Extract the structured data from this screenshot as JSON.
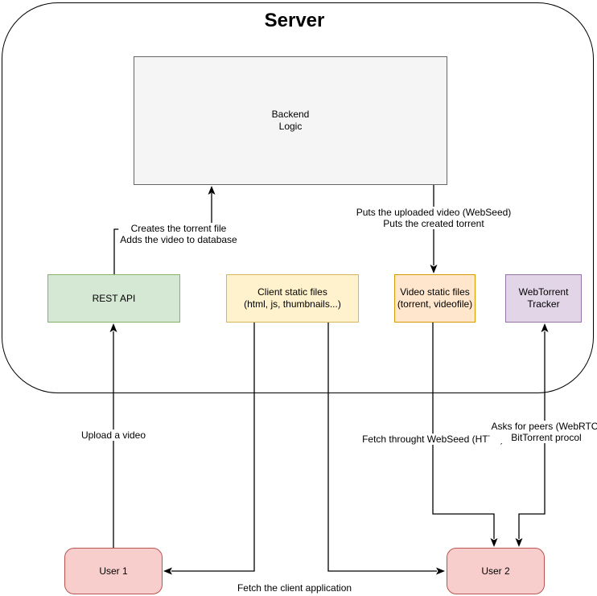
{
  "title": "Server",
  "nodes": {
    "backend_logic": {
      "lines": [
        "Backend",
        "Logic"
      ]
    },
    "rest_api": {
      "lines": [
        "REST API"
      ]
    },
    "client_static": {
      "lines": [
        "Client static files",
        "(html, js, thumbnails...)"
      ]
    },
    "video_static": {
      "lines": [
        "Video static files",
        "(torrent, videofile)"
      ]
    },
    "webtorrent_tracker": {
      "lines": [
        "WebTorrent",
        "Tracker"
      ]
    },
    "user1": {
      "lines": [
        "User 1"
      ]
    },
    "user2": {
      "lines": [
        "User 2"
      ]
    }
  },
  "edge_labels": {
    "creates_torrent": {
      "lines": [
        "Creates the torrent file",
        "Adds the video to database"
      ]
    },
    "puts_video": {
      "lines": [
        "Puts the uploaded video (WebSeed)",
        "Puts the created torrent"
      ]
    },
    "upload_video": {
      "lines": [
        "Upload a video"
      ]
    },
    "fetch_webseed": {
      "lines": [
        "Fetch throught WebSeed (HTTP)"
      ]
    },
    "asks_peers": {
      "lines": [
        "Asks for peers (WebRTC)",
        "BitTorrent procol"
      ]
    },
    "fetch_client": {
      "lines": [
        "Fetch the client application"
      ]
    }
  },
  "colors": {
    "backend_fill": "#f5f5f5",
    "backend_stroke": "#666666",
    "rest_fill": "#d5e8d4",
    "rest_stroke": "#82b366",
    "client_fill": "#fff2cc",
    "client_stroke": "#d6b656",
    "video_fill": "#ffe6cc",
    "video_stroke": "#d79b00",
    "tracker_fill": "#e1d5e7",
    "tracker_stroke": "#9673a6",
    "user_fill": "#f8cecc",
    "user_stroke": "#b85450",
    "line": "#000000"
  }
}
